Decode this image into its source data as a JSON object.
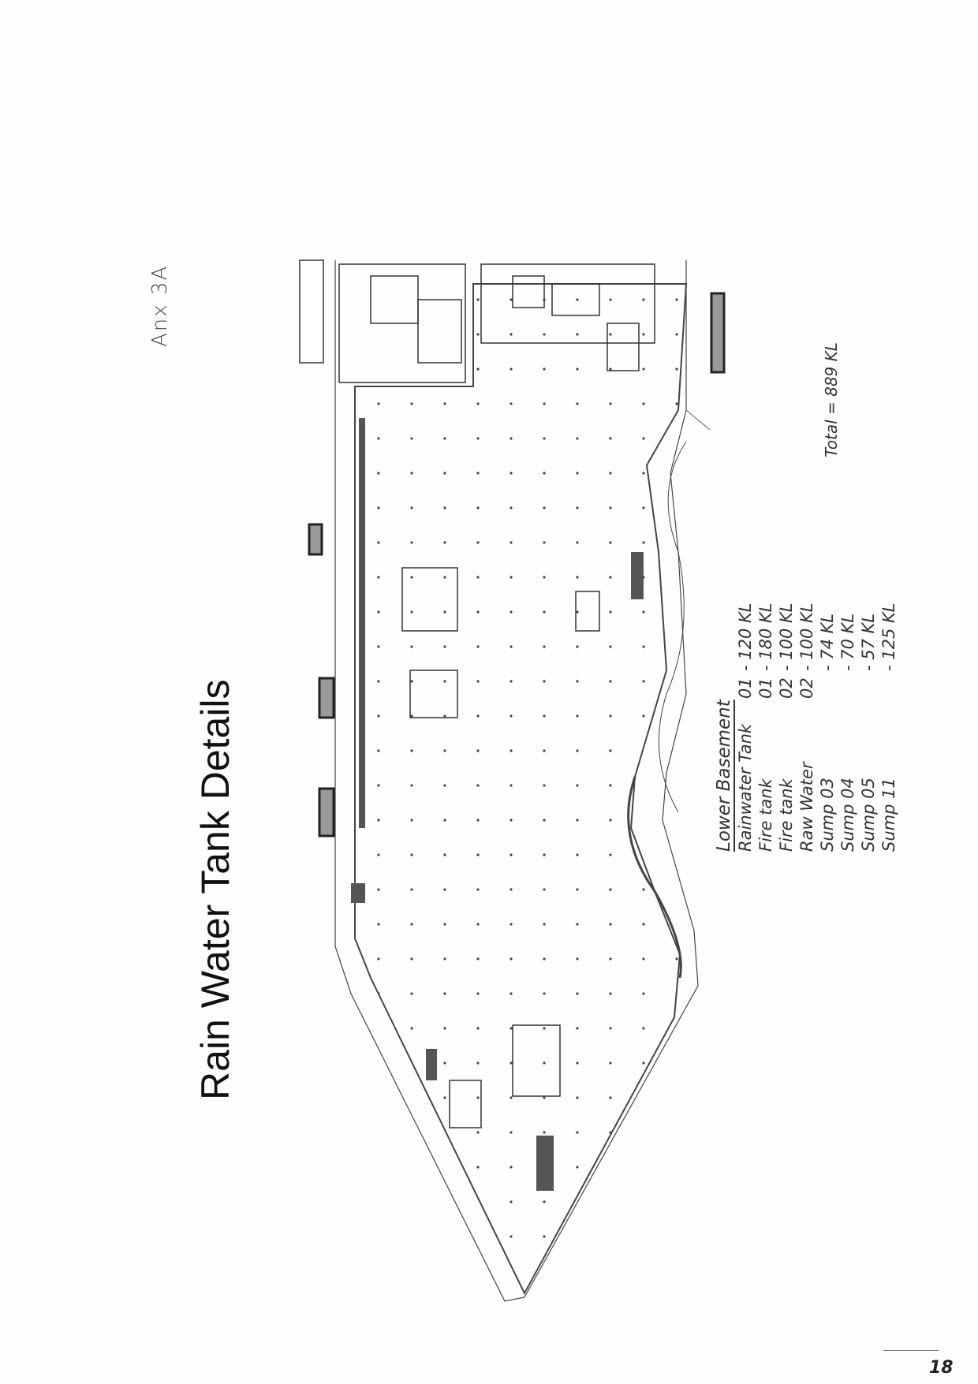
{
  "title": "Rain Water Tank Details",
  "annex": "Anx 3A",
  "notes": {
    "heading": "Lower Basement",
    "rows": [
      {
        "label": "Rainwater Tank",
        "unit": "01",
        "value": "- 120 KL"
      },
      {
        "label": "Fire tank",
        "unit": "01",
        "value": "- 180 KL"
      },
      {
        "label": "Fire tank",
        "unit": "02",
        "value": "- 100 KL"
      },
      {
        "label": "Raw Water",
        "unit": "02",
        "value": "- 100 KL"
      },
      {
        "label": "Sump 03",
        "unit": "",
        "value": "- 74 KL"
      },
      {
        "label": "Sump 04",
        "unit": "",
        "value": "- 70 KL"
      },
      {
        "label": "Sump 05",
        "unit": "",
        "value": "- 57 KL"
      },
      {
        "label": "Sump 11",
        "unit": "",
        "value": "- 125 KL"
      }
    ],
    "total": "Total = 889 KL"
  },
  "page_number": "18"
}
